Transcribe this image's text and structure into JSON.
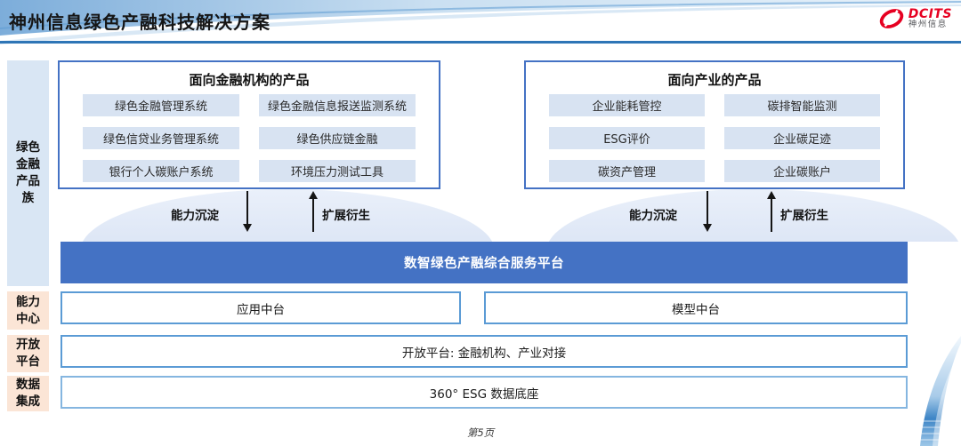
{
  "header": {
    "title": "神州信息绿色产融科技解决方案",
    "logo": {
      "name": "DCITS",
      "subtext": "神州信息"
    }
  },
  "sidebar": {
    "items": [
      {
        "label": "绿色金融产品族"
      },
      {
        "label": "能力中心"
      },
      {
        "label": "开放平台"
      },
      {
        "label": "数据集成"
      }
    ]
  },
  "panels": [
    {
      "title": "面向金融机构的产品",
      "items": [
        "绿色金融管理系统",
        "绿色金融信息报送监测系统",
        "绿色信贷业务管理系统",
        "绿色供应链金融",
        "银行个人碳账户系统",
        "环境压力测试工具"
      ]
    },
    {
      "title": "面向产业的产品",
      "items": [
        "企业能耗管控",
        "碳排智能监测",
        "ESG评价",
        "企业碳足迹",
        "碳资产管理",
        "企业碳账户"
      ]
    }
  ],
  "arrows": {
    "down_label": "能力沉淀",
    "up_label": "扩展衍生"
  },
  "platform": {
    "label": "数智绿色产融综合服务平台"
  },
  "middle": {
    "left": "应用中台",
    "right": "模型中台"
  },
  "open_platform": {
    "label": "开放平台: 金融机构、产业对接"
  },
  "data_base": {
    "label": "360° ESG 数据底座"
  },
  "footer": {
    "page": "第5页"
  },
  "colors": {
    "accent_blue": "#4472c4",
    "header_line_blue": "#2e75b6",
    "item_light_blue": "#d8e3f2",
    "sidebar_blue": "#d9e6f4",
    "sidebar_peach": "#fbe5d6",
    "box_border_blue": "#5b9bd5",
    "logo_red": "#e60021"
  }
}
